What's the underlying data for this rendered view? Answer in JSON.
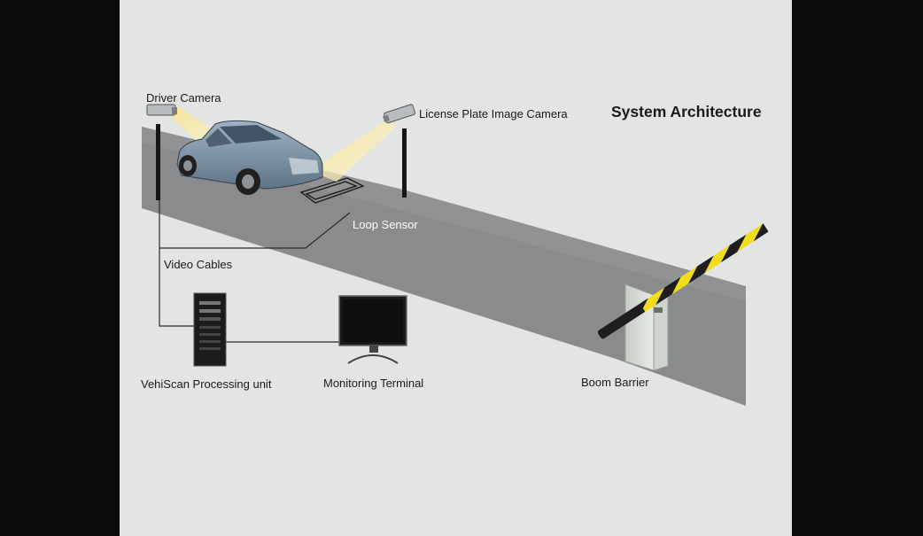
{
  "title": "System Architecture",
  "labels": {
    "driver_camera": "Driver Camera",
    "license_plate_camera": "License Plate Image Camera",
    "loop_sensor": "Loop Sensor",
    "video_cables": "Video Cables",
    "processing_unit": "VehiScan Processing unit",
    "monitoring_terminal": "Monitoring Terminal",
    "boom_barrier": "Boom Barrier"
  },
  "colors": {
    "background": "#0b0b0b",
    "panel": "#e3e4e4",
    "road": "#8a8b8d",
    "camera_beam": "#f4e08a",
    "barrier_stripe_dark": "#1e1e1e",
    "barrier_stripe_light": "#f1dc1e"
  }
}
